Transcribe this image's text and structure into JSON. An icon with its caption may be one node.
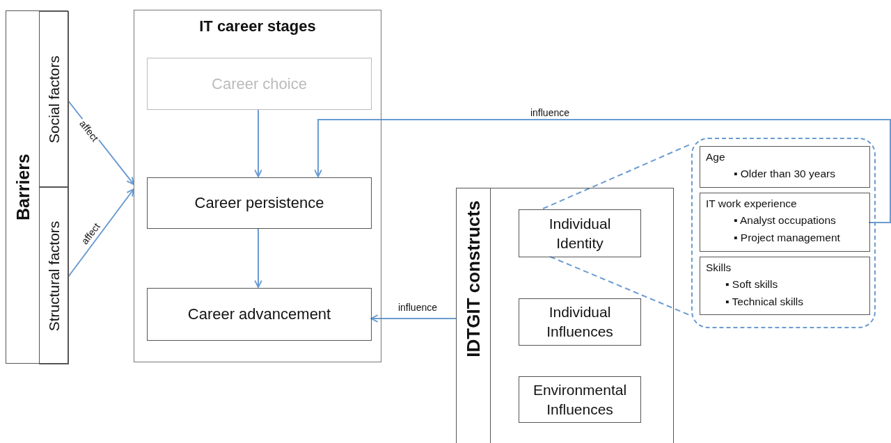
{
  "diagram": {
    "nodes": [
      {
        "text": [
          "Barriers"
        ]
      },
      {
        "text": [
          "Social factors"
        ],
        "in": 0
      },
      {
        "text": [
          "Structural factors"
        ],
        "in": 0
      },
      {
        "text": [
          "IT career stages"
        ]
      },
      {
        "text": [
          "Career choice"
        ],
        "in": 3
      },
      {
        "text": [
          "Career persistence"
        ],
        "in": 3
      },
      {
        "text": [
          "Career advancement"
        ],
        "in": 3
      },
      {
        "text": [
          "IDTGIT constructs"
        ]
      },
      {
        "text": [
          "Individual Identity"
        ],
        "in": 7
      },
      {
        "text": [
          "Individual Influences"
        ],
        "in": 7
      },
      {
        "text": [
          "Environmental Influences"
        ],
        "in": 7
      },
      {
        "text": [],
        "shape": "box"
      },
      {
        "text": [
          "Age",
          "▪ Older than 30 years"
        ],
        "in": 11
      },
      {
        "text": [
          "IT work experience",
          "▪ Analyst occupations",
          "▪ Project management"
        ],
        "in": 11
      },
      {
        "text": [
          "Skills",
          "▪ Soft skills",
          "▪ Technical skills"
        ],
        "in": 11
      }
    ],
    "edges": [
      {
        "from": 1,
        "to": 3,
        "arrow": "to",
        "label": "affect"
      },
      {
        "from": 2,
        "to": 3,
        "arrow": "to",
        "label": "affect"
      },
      {
        "from": 4,
        "to": 5,
        "arrow": "to"
      },
      {
        "from": 5,
        "to": 6,
        "arrow": "to"
      },
      {
        "from": 13,
        "to": 5,
        "arrow": "to",
        "label": "influence"
      },
      {
        "from": 7,
        "to": 6,
        "arrow": "to",
        "label": "influence"
      },
      {
        "from": 8,
        "to": 11,
        "arrow": "none",
        "style": "dashed"
      },
      {
        "from": 8,
        "to": 11,
        "arrow": "none",
        "style": "dashed"
      }
    ]
  }
}
